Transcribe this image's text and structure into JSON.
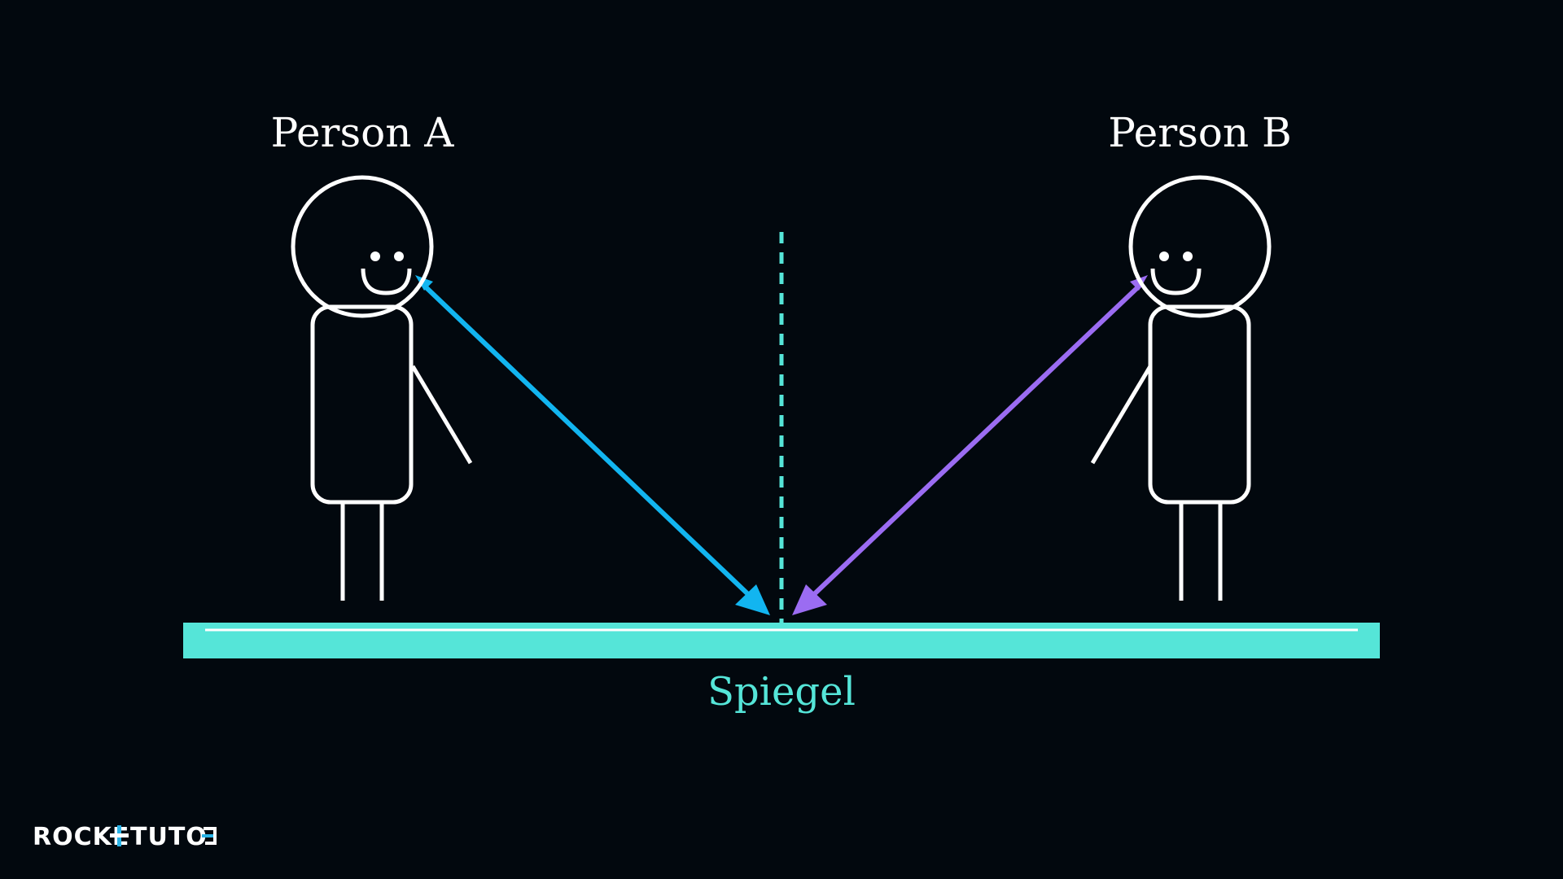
{
  "persons": [
    {
      "id": "a",
      "label": "Person A"
    },
    {
      "id": "b",
      "label": "Person B"
    }
  ],
  "mirror": {
    "label": "Spiegel",
    "color": "#55e5d8"
  },
  "rays": [
    {
      "from": "person-a",
      "to": "mirror",
      "color": "#12b5f0"
    },
    {
      "from": "person-b",
      "to": "mirror",
      "color": "#9b6cf2"
    }
  ],
  "normal_line": {
    "style": "dashed",
    "color": "#55e5d8"
  },
  "logo": {
    "text_left": "ROCKE",
    "text_right": "TUTO",
    "plus_color": "#2ab4e8"
  },
  "colors": {
    "background": "#02080e",
    "figure": "#ffffff"
  }
}
